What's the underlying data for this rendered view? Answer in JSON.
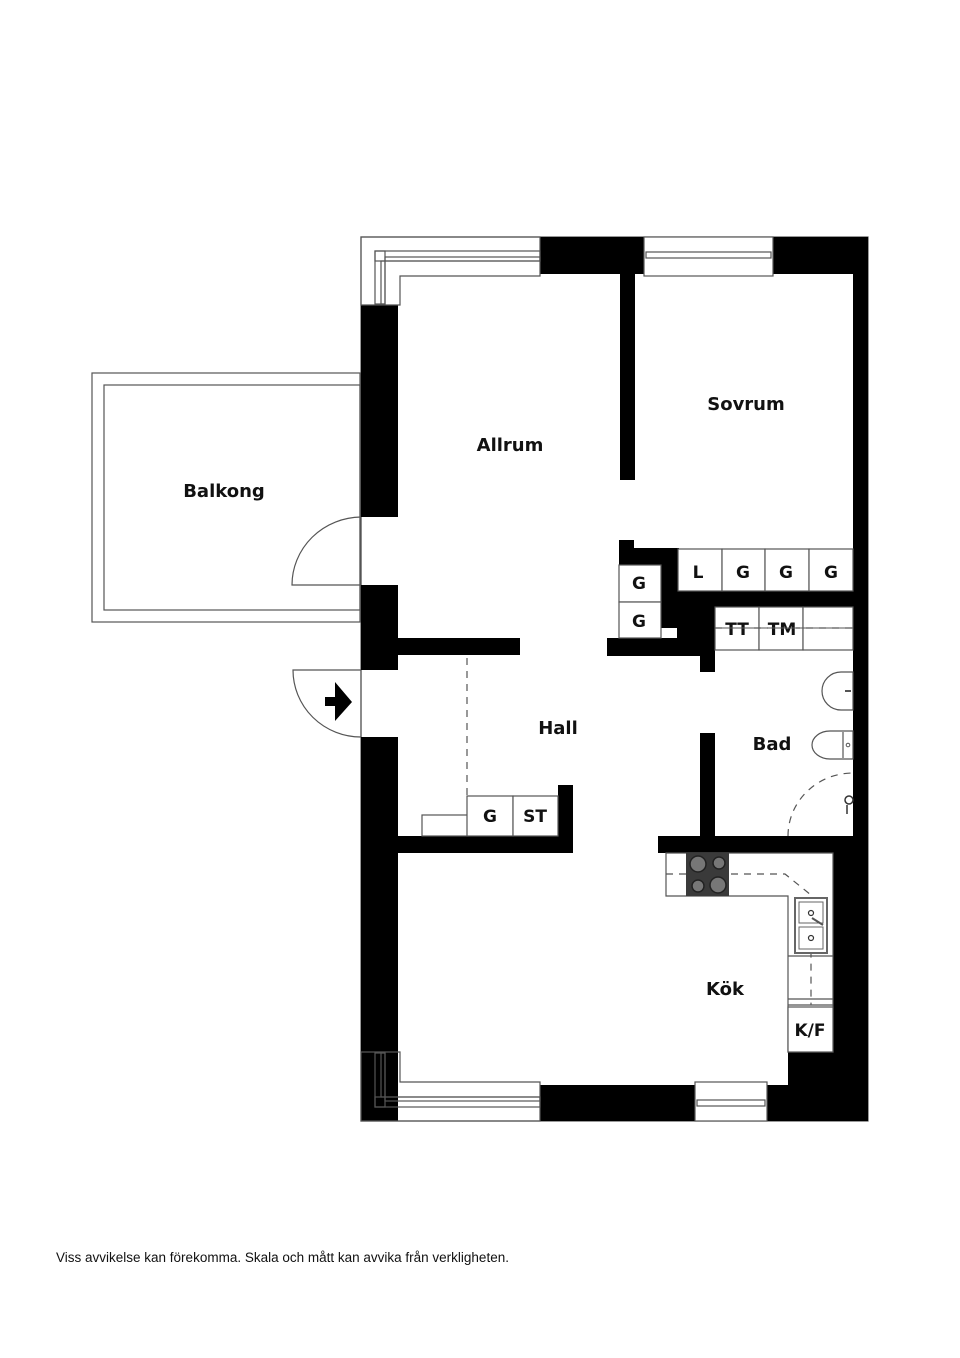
{
  "rooms": {
    "balkong": "Balkong",
    "allrum": "Allrum",
    "sovrum": "Sovrum",
    "hall": "Hall",
    "bad": "Bad",
    "kok": "Kök"
  },
  "fixtures": {
    "wardrobe_allrum_1": "G",
    "wardrobe_allrum_2": "G",
    "linen": "L",
    "wardrobe_sovrum_1": "G",
    "wardrobe_sovrum_2": "G",
    "wardrobe_sovrum_3": "G",
    "tumble_dryer": "TT",
    "washing_machine": "TM",
    "wardrobe_hall": "G",
    "storage_hall": "ST",
    "fridge_freezer": "K/F"
  },
  "icons": {
    "entrance": "entrance-arrow-icon",
    "stove": "stove-icon",
    "sink": "double-sink-icon",
    "washbasin": "washbasin-icon",
    "toilet": "toilet-icon",
    "shower": "shower-icon"
  },
  "colors": {
    "wall": "#000000",
    "line": "#555555",
    "stove": "#3a3a3a",
    "background": "#ffffff"
  },
  "footer": {
    "disclaimer": "Viss avvikelse kan förekomma. Skala och mått kan avvika från verkligheten."
  }
}
